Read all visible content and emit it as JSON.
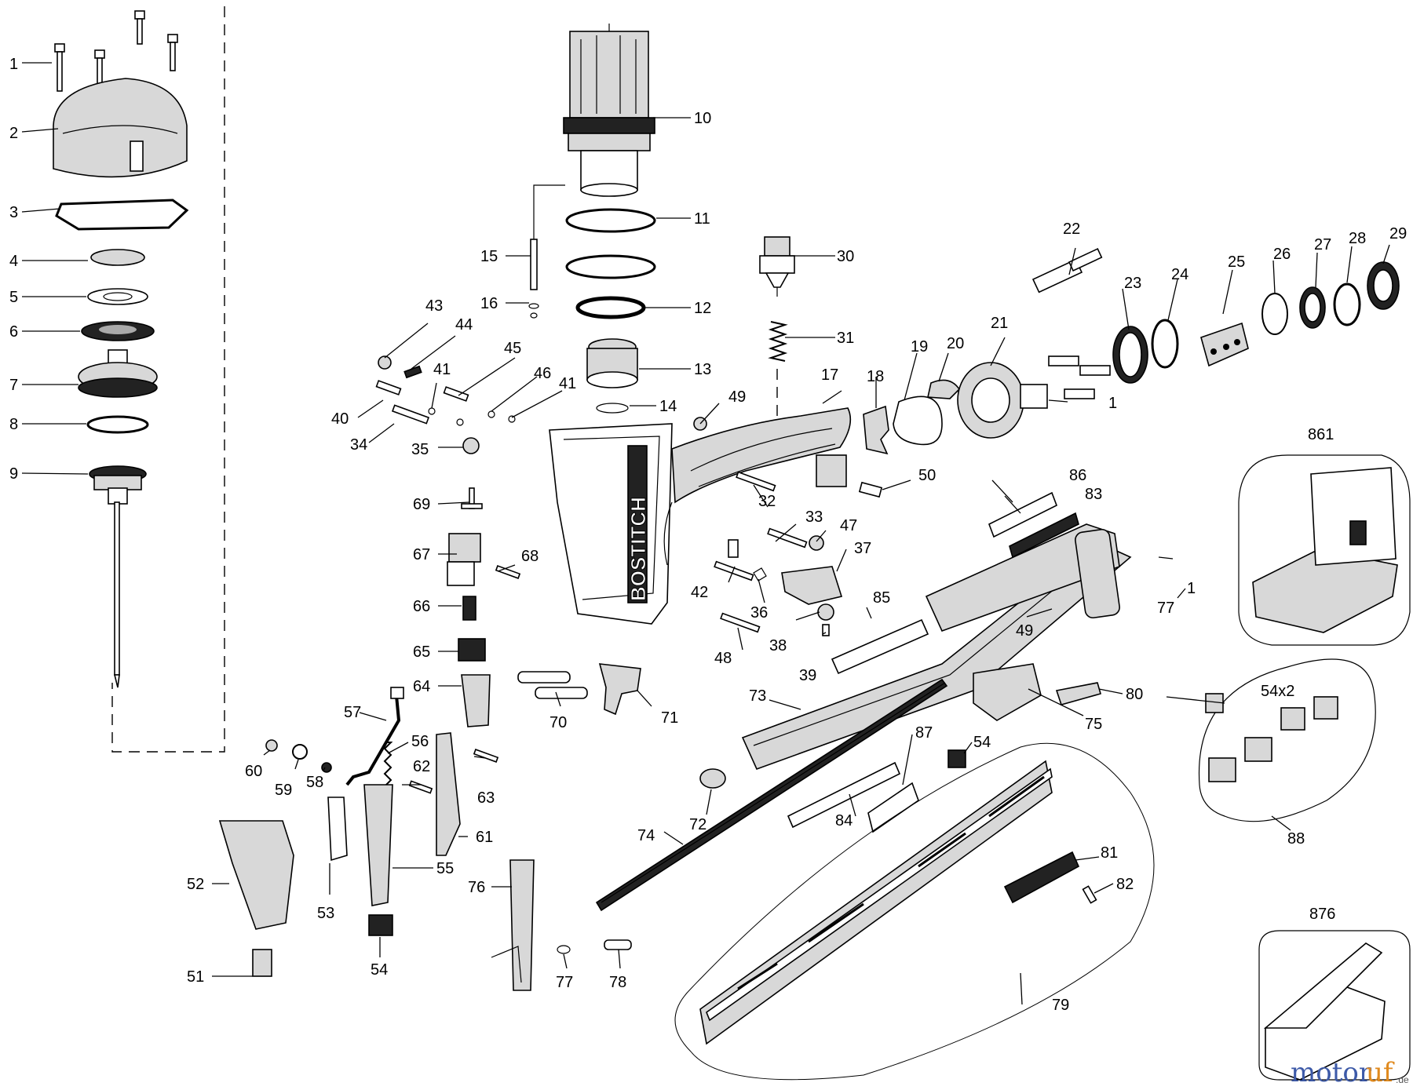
{
  "brand_text": "BOSTITCH",
  "watermark": {
    "part1": "motor",
    "part2": "uf",
    "suffix": ".de"
  },
  "labels": {
    "l1a": "1",
    "l2": "2",
    "l3": "3",
    "l4": "4",
    "l5": "5",
    "l6": "6",
    "l7": "7",
    "l8": "8",
    "l9": "9",
    "l10": "10",
    "l11": "11",
    "l12": "12",
    "l13": "13",
    "l14": "14",
    "l15": "15",
    "l16": "16",
    "l17": "17",
    "l18": "18",
    "l19": "19",
    "l20": "20",
    "l21": "21",
    "l22": "22",
    "l23": "23",
    "l24": "24",
    "l25": "25",
    "l26": "26",
    "l27": "27",
    "l28": "28",
    "l29": "29",
    "l30": "30",
    "l31": "31",
    "l32": "32",
    "l33": "33",
    "l34": "34",
    "l35": "35",
    "l36": "36",
    "l37": "37",
    "l38": "38",
    "l39": "39",
    "l40": "40",
    "l41a": "41",
    "l41b": "41",
    "l42": "42",
    "l43": "43",
    "l44": "44",
    "l45": "45",
    "l46": "46",
    "l47": "47",
    "l48": "48",
    "l49a": "49",
    "l49b": "49",
    "l50": "50",
    "l51": "51",
    "l52": "52",
    "l53": "53",
    "l54a": "54",
    "l54b": "54",
    "l54x2": "54x2",
    "l55": "55",
    "l56": "56",
    "l57": "57",
    "l58": "58",
    "l59": "59",
    "l60": "60",
    "l61": "61",
    "l62": "62",
    "l63": "63",
    "l64": "64",
    "l65": "65",
    "l66": "66",
    "l67": "67",
    "l68": "68",
    "l69": "69",
    "l70": "70",
    "l71": "71",
    "l72": "72",
    "l73": "73",
    "l74": "74",
    "l75": "75",
    "l76": "76",
    "l77a": "77",
    "l77b": "77",
    "l78": "78",
    "l79": "79",
    "l80": "80",
    "l81": "81",
    "l82": "82",
    "l83": "83",
    "l84": "84",
    "l85": "85",
    "l86": "86",
    "l87": "87",
    "l88": "88",
    "l861": "861",
    "l876": "876",
    "l1b": "1",
    "l1c": "1"
  }
}
